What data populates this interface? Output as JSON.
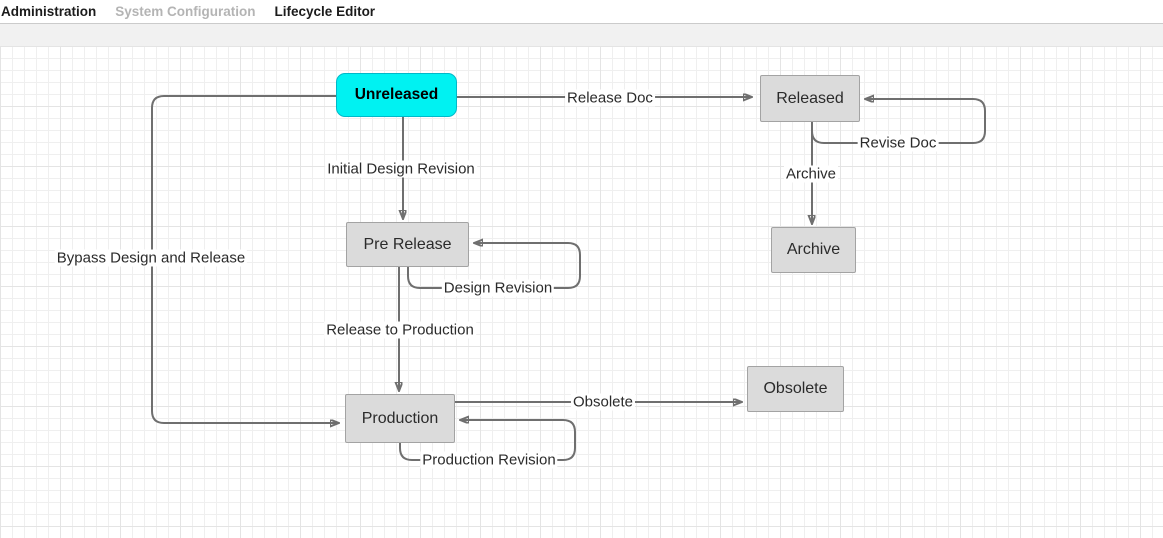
{
  "header": {
    "breadcrumb": [
      {
        "label": "Administration"
      },
      {
        "label": "System Configuration"
      },
      {
        "label": "Lifecycle Editor"
      }
    ]
  },
  "diagram": {
    "nodes": [
      {
        "id": "unreleased",
        "label": "Unreleased",
        "type": "start-state"
      },
      {
        "id": "released",
        "label": "Released",
        "type": "state"
      },
      {
        "id": "pre-release",
        "label": "Pre Release",
        "type": "state"
      },
      {
        "id": "archive",
        "label": "Archive",
        "type": "state"
      },
      {
        "id": "production",
        "label": "Production",
        "type": "state"
      },
      {
        "id": "obsolete",
        "label": "Obsolete",
        "type": "state"
      }
    ],
    "edges": [
      {
        "id": "release-doc",
        "label": "Release Doc",
        "from": "unreleased",
        "to": "released"
      },
      {
        "id": "revise-doc",
        "label": "Revise Doc",
        "from": "released",
        "to": "released"
      },
      {
        "id": "archive-transition",
        "label": "Archive",
        "from": "released",
        "to": "archive"
      },
      {
        "id": "initial-design-revision",
        "label": "Initial Design Revision",
        "from": "unreleased",
        "to": "pre-release"
      },
      {
        "id": "design-revision",
        "label": "Design Revision",
        "from": "pre-release",
        "to": "pre-release"
      },
      {
        "id": "release-to-production",
        "label": "Release to Production",
        "from": "pre-release",
        "to": "production"
      },
      {
        "id": "bypass-design-release",
        "label": "Bypass Design and Release",
        "from": "unreleased",
        "to": "production"
      },
      {
        "id": "obsolete-transition",
        "label": "Obsolete",
        "from": "production",
        "to": "obsolete"
      },
      {
        "id": "production-revision",
        "label": "Production Revision",
        "from": "production",
        "to": "production"
      }
    ],
    "colors": {
      "start_node_fill": "#00f2f2",
      "node_fill": "#dbdbdb",
      "node_border": "#a3a3a3",
      "edge_stroke": "#6f6f6f",
      "grid_line": "#ececec"
    }
  }
}
